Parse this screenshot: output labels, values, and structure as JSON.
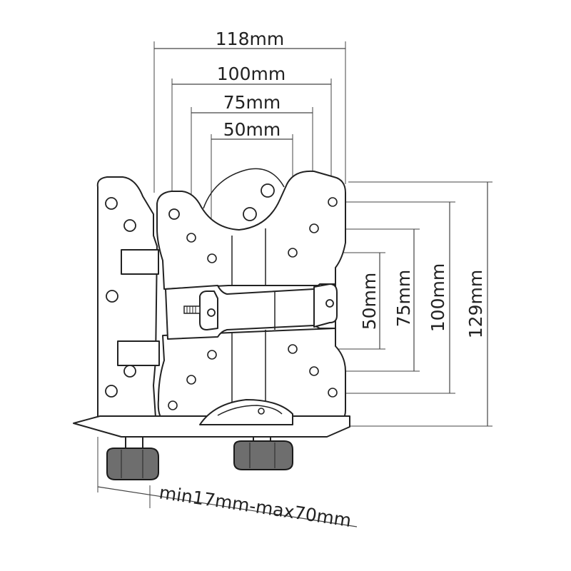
{
  "dimensions": {
    "width_118": "118mm",
    "width_100": "100mm",
    "width_75": "75mm",
    "width_50": "50mm",
    "height_50": "50mm",
    "height_75": "75mm",
    "height_100": "100mm",
    "height_129": "129mm",
    "clamp_range": "min17mm-max70mm"
  },
  "colors": {
    "line": "#222222",
    "knob": "#6e6e6e",
    "background": "#ffffff"
  }
}
